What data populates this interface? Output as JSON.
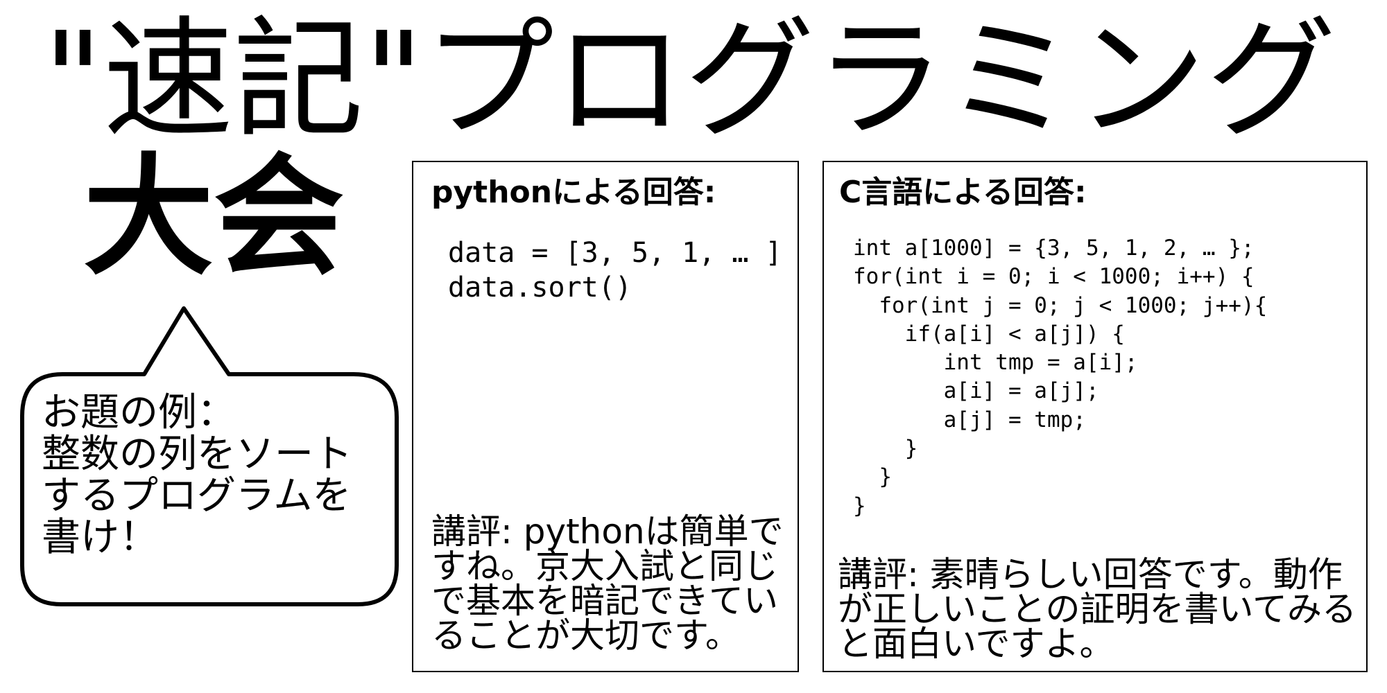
{
  "title": {
    "line1": "\"速記\"プログラミング",
    "line2": "大会"
  },
  "example_bubble": {
    "text": "お題の例：\n整数の列をソート\nするプログラムを\n書け！"
  },
  "python_panel": {
    "heading": "pythonによる回答:",
    "code": "data = [3, 5, 1, … ]\ndata.sort()",
    "review": "講評: pythonは簡単ですね。京大入試と同じで基本を暗記できていることが大切です。"
  },
  "c_panel": {
    "heading": "C言語による回答:",
    "code": "int a[1000] = {3, 5, 1, 2, … };\nfor(int i = 0; i < 1000; i++) {\n  for(int j = 0; j < 1000; j++){\n    if(a[i] < a[j]) {\n       int tmp = a[i];\n       a[i] = a[j];\n       a[j] = tmp;\n    }\n  }\n}",
    "review": "講評: 素晴らしい回答です。動作が正しいことの証明を書いてみると面白いですよ。"
  },
  "colors": {
    "background": "#ffffff",
    "ink": "#000000"
  }
}
